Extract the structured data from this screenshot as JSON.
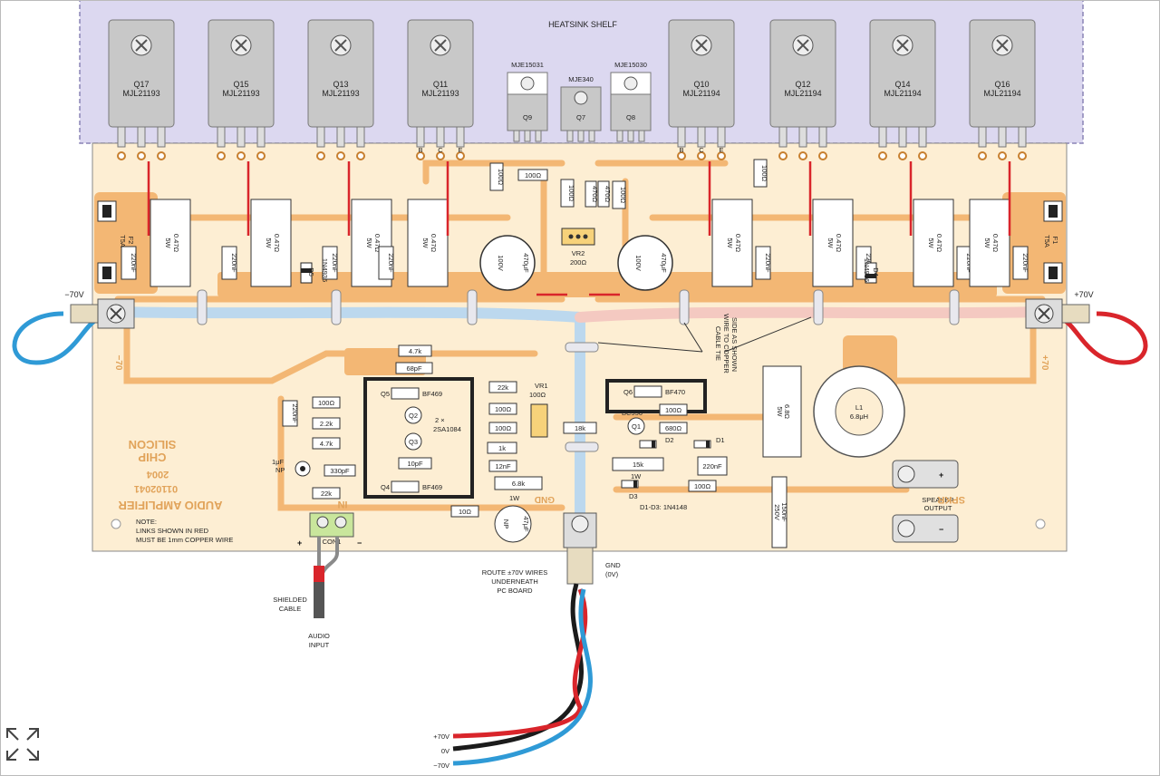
{
  "heatsink": {
    "label": "HEATSINK SHELF"
  },
  "transistors": [
    {
      "ref": "Q17",
      "part": "MJL21193"
    },
    {
      "ref": "Q15",
      "part": "MJL21193"
    },
    {
      "ref": "Q13",
      "part": "MJL21193"
    },
    {
      "ref": "Q11",
      "part": "MJL21193"
    },
    {
      "ref": "Q10",
      "part": "MJL21194"
    },
    {
      "ref": "Q12",
      "part": "MJL21194"
    },
    {
      "ref": "Q14",
      "part": "MJL21194"
    },
    {
      "ref": "Q16",
      "part": "MJL21194"
    }
  ],
  "drivers": [
    {
      "ref": "Q9",
      "part": "MJE15031"
    },
    {
      "ref": "Q7",
      "part": "MJE340"
    },
    {
      "ref": "Q8",
      "part": "MJE15030"
    }
  ],
  "pins": {
    "b": "B",
    "c": "C",
    "e": "E"
  },
  "emitter_resistors": [
    "0.47Ω",
    "5W"
  ],
  "caps_220nf": "220nF",
  "fuses": [
    {
      "ref": "F2",
      "rating": "T5A"
    },
    {
      "ref": "F1",
      "rating": "T5A"
    }
  ],
  "diodes_power": [
    {
      "ref": "D5",
      "part": "1N4936"
    },
    {
      "ref": "D4",
      "part": "1N4936"
    }
  ],
  "electrolytics": {
    "value": "470μF",
    "voltage": "100V"
  },
  "vr2": {
    "ref": "VR2",
    "value": "200Ω"
  },
  "small_resistors": {
    "r100": "100Ω",
    "r470": "470Ω"
  },
  "rails": {
    "neg": "−70V",
    "pos": "+70V"
  },
  "board_silk": {
    "neg": "−70",
    "pos": "+70"
  },
  "cable_tie_note": [
    "CABLE TIE",
    "WIRE TO COPPER",
    "SIDE AS SHOWN"
  ],
  "input_stage": {
    "r47k": "4.7k",
    "c68pf": "68pF",
    "r100": "100Ω",
    "r22k": "2.2k",
    "c220nf": "220nF",
    "c1uf": [
      "1μF",
      "NP"
    ],
    "c330pf": "330pF",
    "r22k_b": "22k",
    "r10": "10Ω",
    "q5": {
      "ref": "Q5",
      "part": "BF469"
    },
    "q4": {
      "ref": "Q4",
      "part": "BF469"
    },
    "q6": {
      "ref": "Q6",
      "part": "BF470"
    },
    "q2": "Q2",
    "q3": "Q3",
    "pair_note": [
      "2 ×",
      "2SA1084"
    ],
    "r22k_top": "22k",
    "vr1": {
      "ref": "VR1",
      "value": "100Ω"
    },
    "r1k": "1k",
    "c10pf": "10pF",
    "c12nf": "12nF",
    "r68k": [
      "6.8k",
      "1W"
    ],
    "r18k": "18k",
    "q1": {
      "ref": "Q1",
      "part": "BC556"
    },
    "r680": "680Ω",
    "d1": "D1",
    "d2": "D2",
    "d3": "D3",
    "r15k": [
      "15k",
      "1W"
    ],
    "c220nf_b": "220nF",
    "diode_note": "D1-D3: 1N4148",
    "c47uf": [
      "47μF",
      "NP"
    ],
    "gnd": "GND"
  },
  "output_stage": {
    "r68": [
      "6.8Ω",
      "5W"
    ],
    "l1": [
      "L1",
      "6.8μH"
    ],
    "c150nf": [
      "150nF",
      "250V"
    ],
    "speaker": [
      "SPEAKER",
      "OUTPUT"
    ],
    "plus": "+",
    "minus": "−"
  },
  "brand": {
    "line1": "SILICON",
    "line2": "CHIP",
    "year": "2004",
    "code": "01102041",
    "title": "AUDIO AMPLIFIER",
    "in": "IN",
    "spkr": "SPKR"
  },
  "note": [
    "NOTE:",
    "LINKS SHOWN IN RED",
    "MUST BE 1mm COPPER WIRE"
  ],
  "con1": {
    "ref": "CON1",
    "plus": "+",
    "minus": "−"
  },
  "shielded": [
    "SHIELDED",
    "CABLE"
  ],
  "audio_input": [
    "AUDIO",
    "INPUT"
  ],
  "route_note": [
    "ROUTE ±70V WIRES",
    "UNDERNEATH",
    "PC BOARD"
  ],
  "gnd_label": [
    "GND",
    "(0V)"
  ],
  "supply_labels": [
    "+70V",
    "0V",
    "−70V"
  ],
  "colors": {
    "board": "#fdeed3",
    "copper": "#f3b774",
    "heatsink": "#dcd8f0",
    "wire_red": "#d9252b",
    "wire_blue": "#2f9ad6",
    "wire_black": "#1b1b1b"
  },
  "icons": {
    "expand": "expand-arrows-icon"
  }
}
